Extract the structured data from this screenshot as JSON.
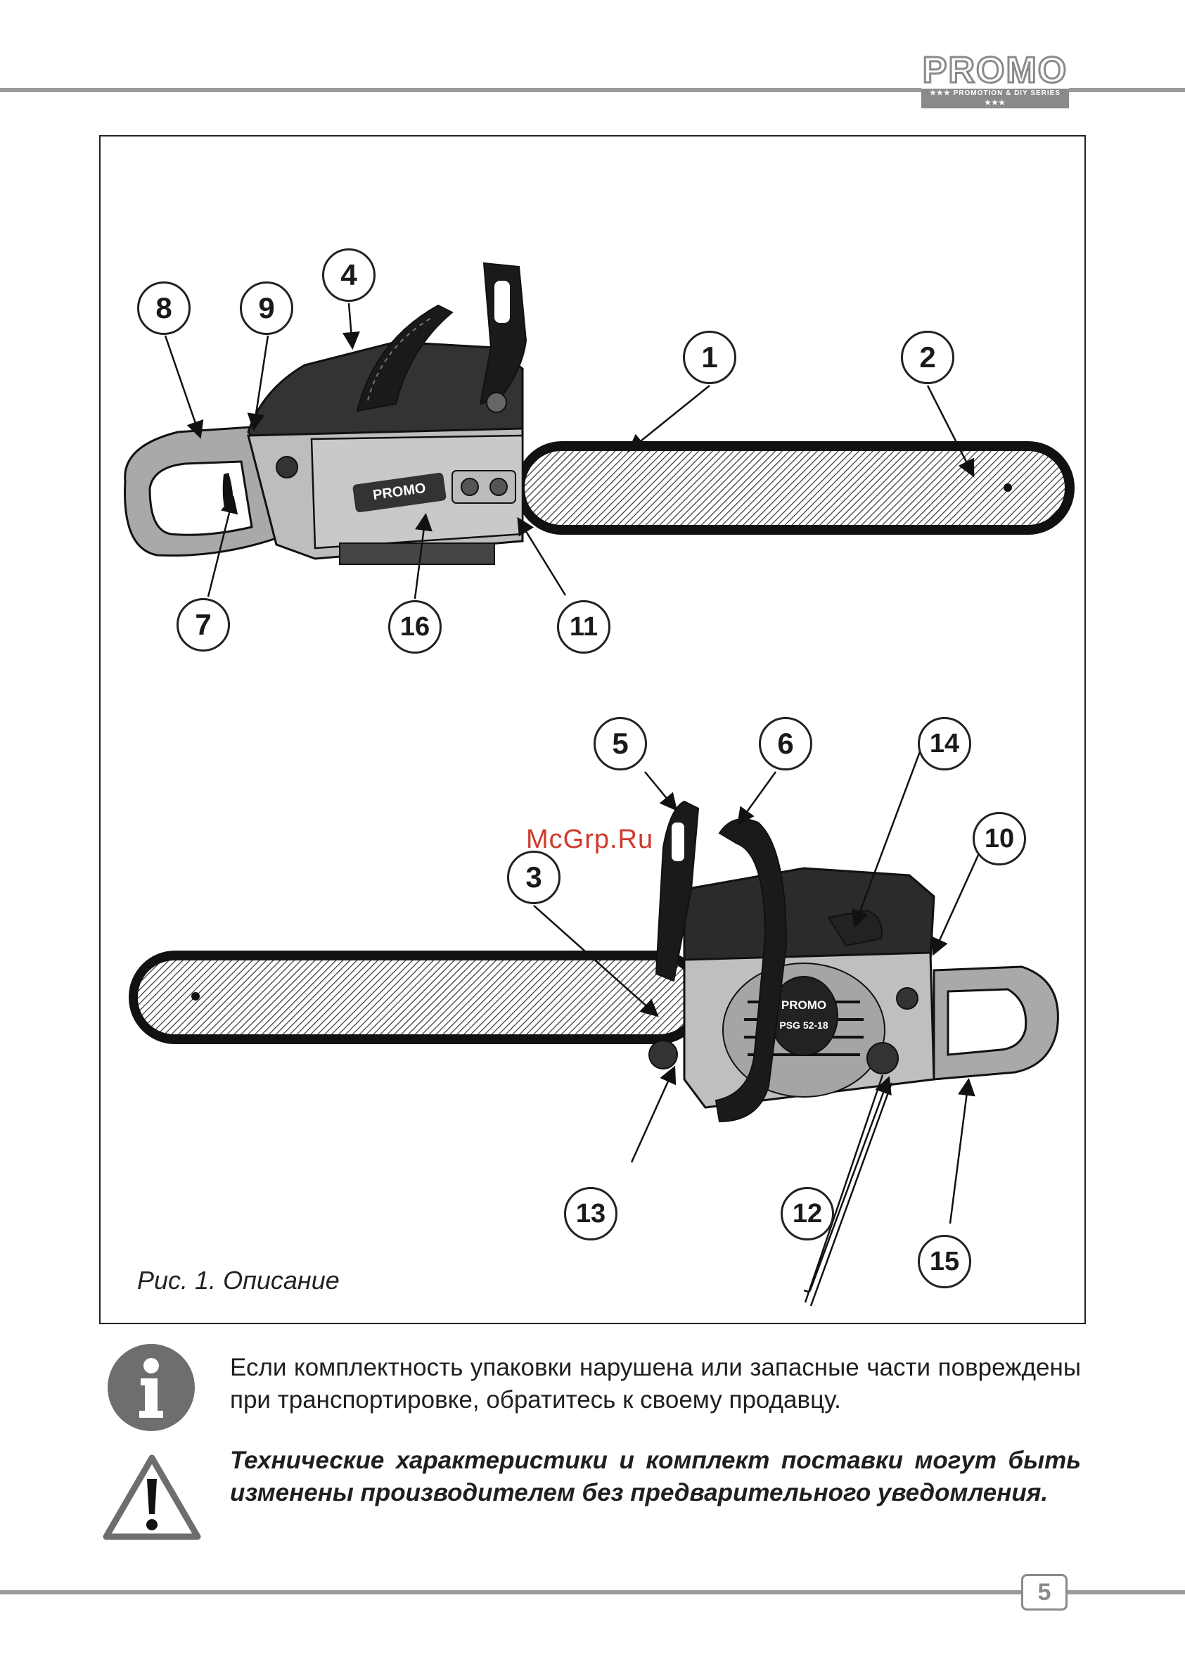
{
  "header": {
    "logo_text": "PROMO",
    "logo_tagline": "★★★ PROMOTION & DIY SERIES ★★★"
  },
  "figure": {
    "watermark": "McGrp.Ru",
    "caption": "Рис. 1. Описание",
    "saw_logo": "PROMO",
    "saw_model": "PSG 52-18",
    "callouts": {
      "c1": "1",
      "c2": "2",
      "c3": "3",
      "c4": "4",
      "c5": "5",
      "c6": "6",
      "c7": "7",
      "c8": "8",
      "c9": "9",
      "c10": "10",
      "c11": "11",
      "c12": "12",
      "c13": "13",
      "c14": "14",
      "c15": "15",
      "c16": "16"
    }
  },
  "info_note": {
    "icon": "info-icon",
    "text": "Если комплектность упаковки нарушена или запасные части повреждены при транспортировке, обратитесь к своему продавцу."
  },
  "warning_note": {
    "icon": "warning-icon",
    "text": "Технические характеристики и комплект поставки могут быть изменены производителем без предварительного уведомления."
  },
  "footer": {
    "page_number": "5"
  }
}
